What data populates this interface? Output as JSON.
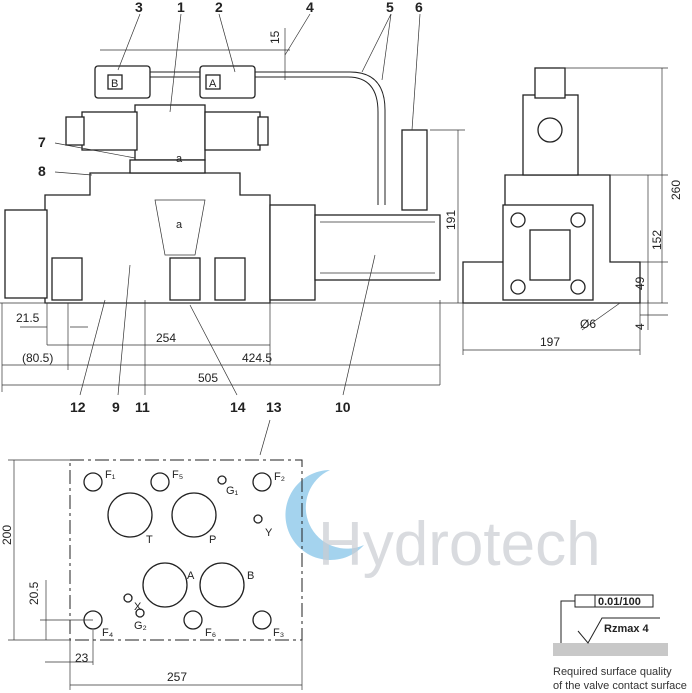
{
  "callouts": {
    "c1": "1",
    "c2": "2",
    "c3": "3",
    "c4": "4",
    "c5": "5",
    "c6": "6",
    "c7": "7",
    "c8": "8",
    "c9": "9",
    "c10": "10",
    "c11": "11",
    "c12": "12",
    "c13": "13",
    "c14": "14"
  },
  "dimensions": {
    "d15": "15",
    "d191": "191",
    "d260": "260",
    "d152": "152",
    "d49": "49",
    "d4": "4",
    "d_hole": "Ø6",
    "d197": "197",
    "d21_5": "21.5",
    "d254": "254",
    "d80_5": "(80.5)",
    "d424_5": "424.5",
    "d505": "505",
    "d200": "200",
    "d20_5": "20.5",
    "d23": "23",
    "d257": "257"
  },
  "view_marks": {
    "a1": "a",
    "a2": "a"
  },
  "solenoids": {
    "left": "B",
    "right": "A"
  },
  "ports": {
    "F1": "F₁",
    "F5": "F₅",
    "G1": "G₁",
    "F2": "F₂",
    "Y": "Y",
    "T": "T",
    "P": "P",
    "A": "A",
    "B": "B",
    "X": "X",
    "G2": "G₂",
    "F4": "F₄",
    "F6": "F₆",
    "F3": "F₃"
  },
  "surface": {
    "flatness": "0.01/100",
    "roughness": "Rzmax  4",
    "note_line1": "Required surface quality",
    "note_line2": "of the valve contact surface"
  },
  "watermark": "Hydrotech",
  "colors": {
    "watermark_blue": "#5aaee0",
    "surface_gray": "#c8c8c8"
  }
}
